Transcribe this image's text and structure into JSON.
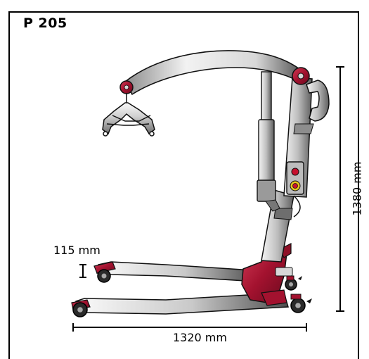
{
  "title": "P 205",
  "dimensions": {
    "lower_height": "115 mm",
    "overall_width": "1320 mm",
    "overall_height": "1380 mm"
  },
  "colors": {
    "frame_red": "#a3122f",
    "metal_light": "#f2f2f2",
    "metal_dark": "#7a7a7a",
    "outline": "#111111",
    "button_yellow": "#e9c31c",
    "button_red": "#c8102e"
  }
}
